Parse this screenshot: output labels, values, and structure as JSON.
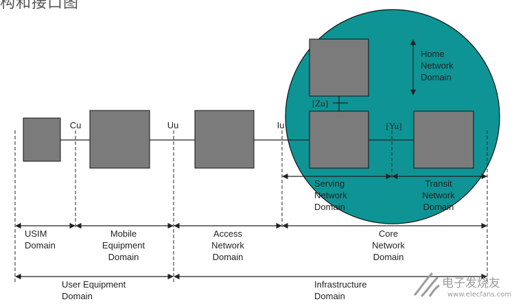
{
  "title_fragment": "构和接口图",
  "colors": {
    "circle_fill": "#0e9494",
    "box_fill": "#7b7b7b",
    "line": "#222222",
    "text": "#222222"
  },
  "interfaces": {
    "cu": "Cu",
    "uu": "Uu",
    "iu": "Iu",
    "zu": "[Zu]",
    "yu": "[Yu]"
  },
  "core_labels": {
    "home": "Home\nNetwork\nDomain",
    "serving": "Serving\nNetwork\nDomain",
    "transit": "Transit\nNetwork\nDomain"
  },
  "domains_row1": [
    "USIM\nDomain",
    "Mobile\nEquipment\nDomain",
    "Access\nNetwork\nDomain",
    "Core\nNetwork\nDomain"
  ],
  "domains_row2": [
    "User Equipment\nDomain",
    "Infrastructure\nDomain"
  ],
  "watermark": {
    "brand": "电子发烧友",
    "site": "www.elecfans.com"
  }
}
